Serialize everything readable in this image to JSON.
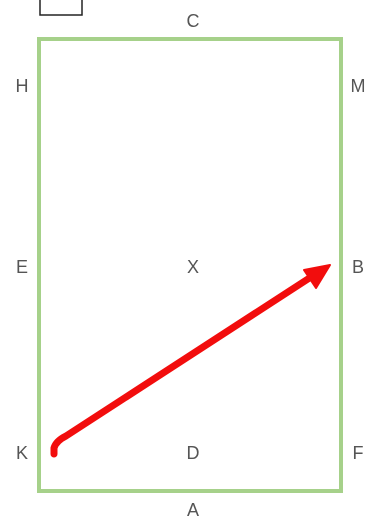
{
  "arena": {
    "letters": {
      "top": "C",
      "bottom": "A",
      "left_upper": "H",
      "left_middle": "E",
      "left_lower": "K",
      "right_upper": "M",
      "right_middle": "B",
      "right_lower": "F",
      "center": "X",
      "center_lower": "D"
    },
    "colors": {
      "border": "#a6d18a",
      "arrow": "#f20d0d",
      "text": "#555555"
    }
  }
}
